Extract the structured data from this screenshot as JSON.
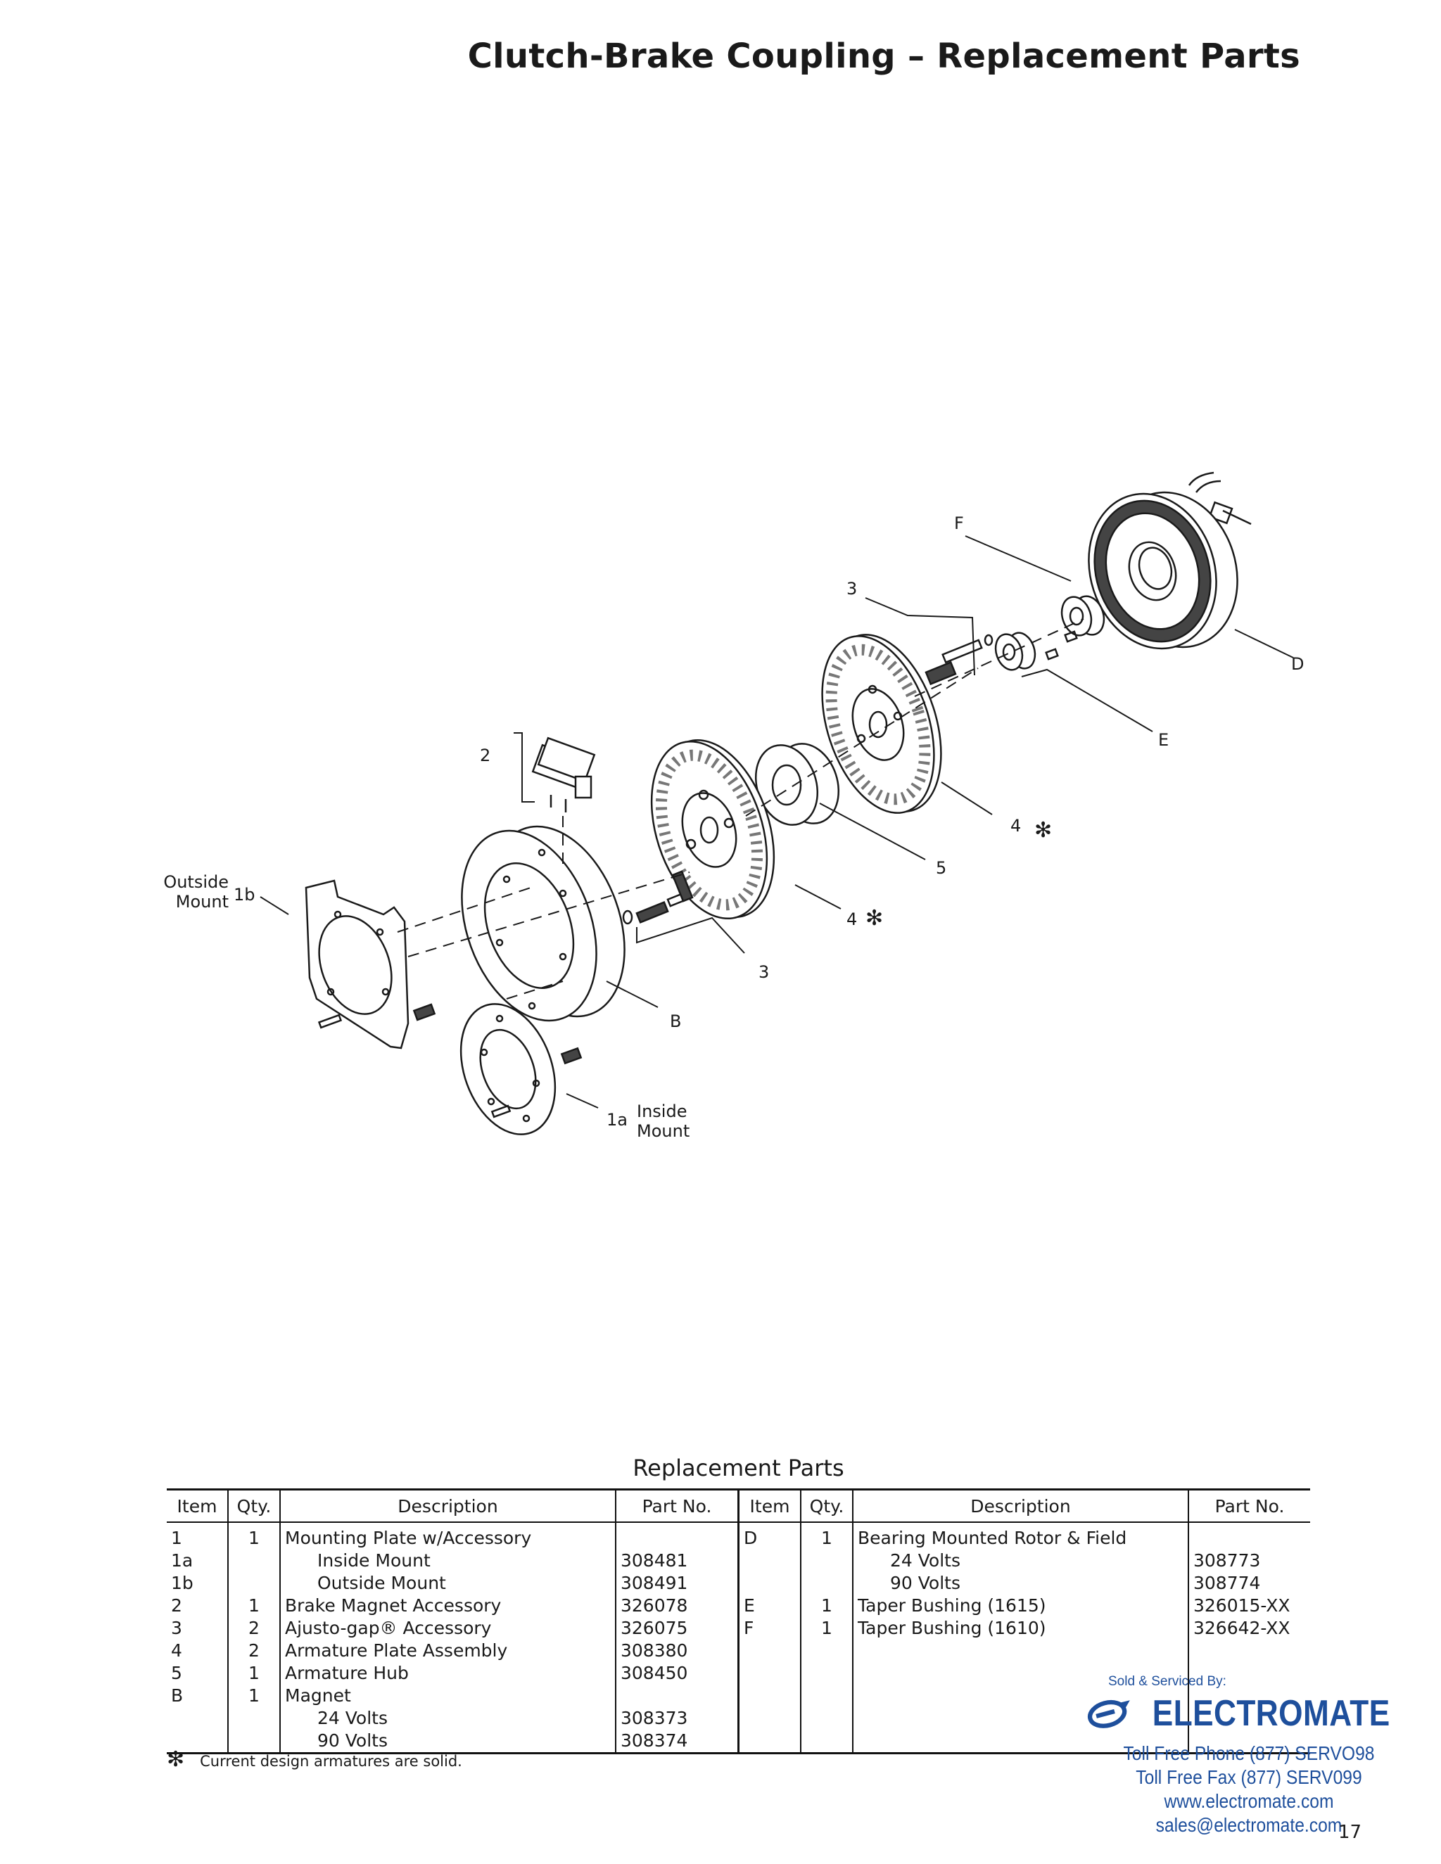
{
  "title": "Clutch-Brake Coupling – Replacement Parts",
  "diagram": {
    "callouts": {
      "F": "F",
      "D": "D",
      "E": "E",
      "three_top": "3",
      "three_bottom": "3",
      "two": "2",
      "four_top": "4",
      "four_bottom": "4",
      "star": "✻",
      "five": "5",
      "B": "B",
      "one_b": "1b",
      "outside_mount": [
        "Outside",
        "Mount"
      ],
      "one_a": "1a",
      "inside_mount": [
        "Inside",
        "Mount"
      ]
    }
  },
  "table": {
    "caption": "Replacement Parts",
    "columns": [
      "Item",
      "Qty.",
      "Description",
      "Part No."
    ],
    "left_rows": [
      {
        "item": "1",
        "qty": "1",
        "desc": "Mounting Plate w/Accessory",
        "part": "",
        "indent": false
      },
      {
        "item": "1a",
        "qty": "",
        "desc": "Inside Mount",
        "part": "308481",
        "indent": true
      },
      {
        "item": "1b",
        "qty": "",
        "desc": "Outside Mount",
        "part": "308491",
        "indent": true
      },
      {
        "item": "2",
        "qty": "1",
        "desc": "Brake Magnet Accessory",
        "part": "326078",
        "indent": false
      },
      {
        "item": "3",
        "qty": "2",
        "desc": "Ajusto-gap® Accessory",
        "part": "326075",
        "indent": false
      },
      {
        "item": "4",
        "qty": "2",
        "desc": "Armature Plate Assembly",
        "part": "308380",
        "indent": false
      },
      {
        "item": "5",
        "qty": "1",
        "desc": "Armature Hub",
        "part": "308450",
        "indent": false
      },
      {
        "item": "B",
        "qty": "1",
        "desc": "Magnet",
        "part": "",
        "indent": false
      },
      {
        "item": "",
        "qty": "",
        "desc": "24 Volts",
        "part": "308373",
        "indent": true
      },
      {
        "item": "",
        "qty": "",
        "desc": "90 Volts",
        "part": "308374",
        "indent": true
      }
    ],
    "right_rows": [
      {
        "item": "D",
        "qty": "1",
        "desc": "Bearing Mounted Rotor & Field",
        "part": "",
        "indent": false
      },
      {
        "item": "",
        "qty": "",
        "desc": "24 Volts",
        "part": "308773",
        "indent": true
      },
      {
        "item": "",
        "qty": "",
        "desc": "90 Volts",
        "part": "308774",
        "indent": true
      },
      {
        "item": "E",
        "qty": "1",
        "desc": "Taper Bushing (1615)",
        "part": "326015-XX",
        "indent": false
      },
      {
        "item": "F",
        "qty": "1",
        "desc": "Taper Bushing (1610)",
        "part": "326642-XX",
        "indent": false
      },
      {
        "item": "",
        "qty": "",
        "desc": "",
        "part": "",
        "indent": false
      },
      {
        "item": "",
        "qty": "",
        "desc": "",
        "part": "",
        "indent": false
      },
      {
        "item": "",
        "qty": "",
        "desc": "",
        "part": "",
        "indent": false
      },
      {
        "item": "",
        "qty": "",
        "desc": "",
        "part": "",
        "indent": false
      },
      {
        "item": "",
        "qty": "",
        "desc": "",
        "part": "",
        "indent": false
      }
    ]
  },
  "footnote": {
    "star": "✻",
    "text": "Current design armatures are solid."
  },
  "page_number": "17",
  "dealer": {
    "sold_by": "Sold & Serviced By:",
    "name": "ELECTROMATE",
    "phone": "Toll Free Phone  (877) SERVO98",
    "fax": "Toll Free Fax  (877) SERV099",
    "web": "www.electromate.com",
    "email": "sales@electromate.com",
    "brand_color": "#1e4f9c"
  }
}
